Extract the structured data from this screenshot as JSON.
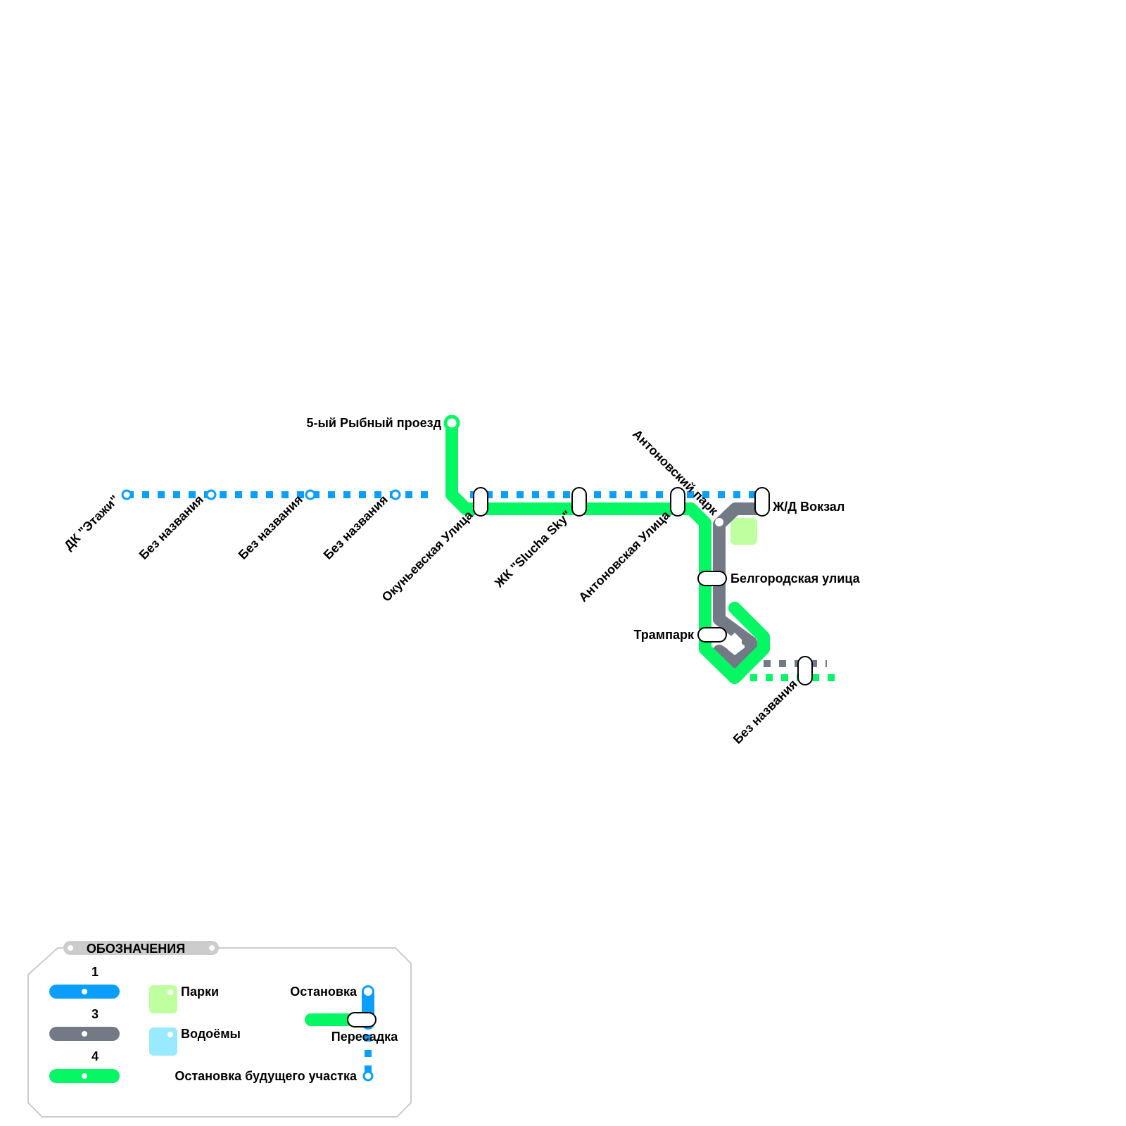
{
  "colors": {
    "line_1": "#0A9FFF",
    "line_3": "#737A86",
    "line_4": "#05F764",
    "park": "#BFFFA0",
    "water": "#99E9FF",
    "legend_border": "#cccccc"
  },
  "lines": {
    "line_1_number": "1",
    "line_3_number": "3",
    "line_4_number": "4"
  },
  "stations": {
    "dk_etazhi": "ДК \"Этажи\"",
    "bez_1": "Без названия",
    "bez_2": "Без названия",
    "bez_3": "Без названия",
    "okunevskaya": "Окуньевская Улица",
    "zhk_slucha": "ЖК \"Slucha Sky\"",
    "antonovskaya": "Антоновская Улица",
    "antonovsky_park": "Антоновский парк",
    "zhd_vokzal": "Ж/Д Вокзал",
    "rybny": "5-ый Рыбный проезд",
    "belgorodskaya": "Белгородская улица",
    "tramvpark": "Трампарк",
    "bez_4": "Без названия"
  },
  "legend": {
    "title": "ОБОЗНАЧЕНИЯ",
    "parks": "Парки",
    "water": "Водоёмы",
    "stop": "Остановка",
    "transfer": "Пересадка",
    "future_stop": "Остановка будущего участка"
  }
}
